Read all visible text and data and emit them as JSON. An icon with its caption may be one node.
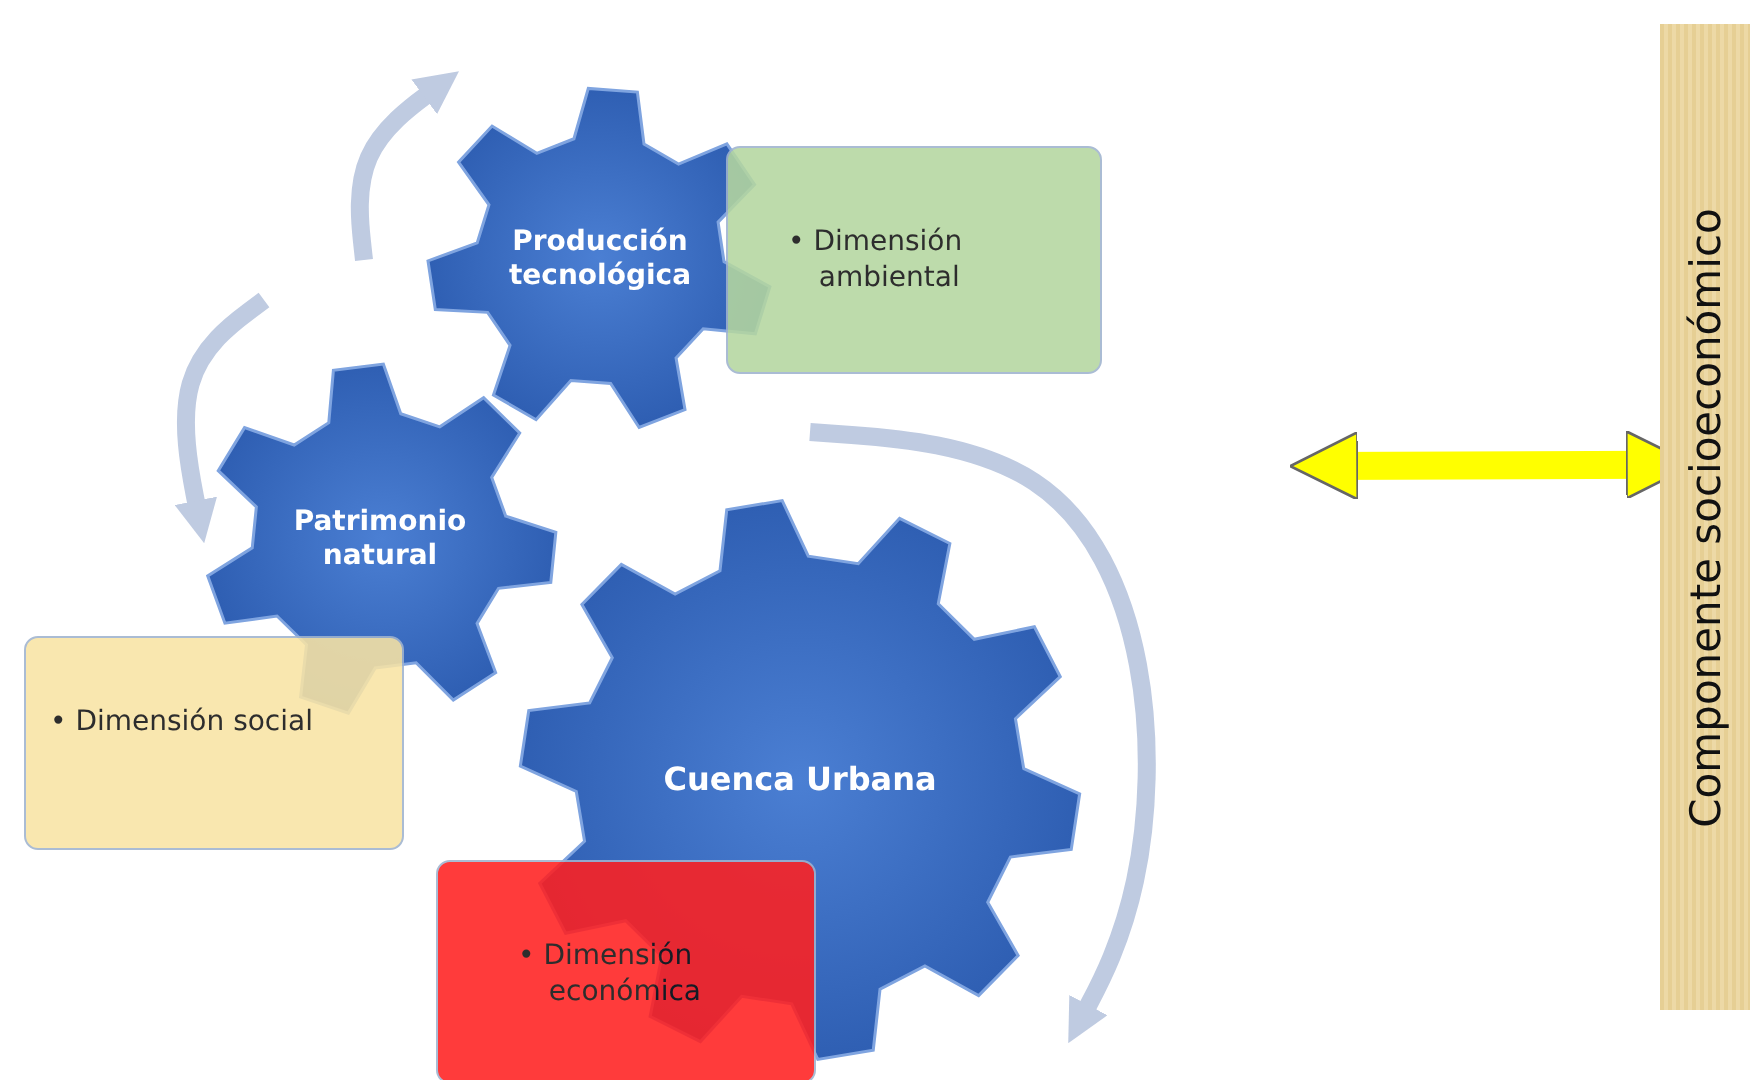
{
  "diagram": {
    "nodes": [
      {
        "text": [
          "Producción tecnológica"
        ]
      },
      {
        "text": [
          "• Dimensión ambiental"
        ]
      },
      {
        "text": [
          "Patrimonio natural"
        ]
      },
      {
        "text": [
          "• Dimensión social"
        ]
      },
      {
        "text": [
          "Cuenca Urbana"
        ]
      },
      {
        "text": [
          "• Dimensión económica"
        ]
      },
      {
        "text": [
          "Componente socioeconómico"
        ]
      }
    ],
    "edges": [
      {
        "from": null,
        "to": 0,
        "arrow": "to"
      },
      {
        "from": null,
        "to": 2,
        "arrow": "to"
      },
      {
        "from": null,
        "to": 4,
        "arrow": "to"
      },
      {
        "from": null,
        "to": 6,
        "arrow": "both",
        "color": "#ffff00"
      }
    ]
  }
}
